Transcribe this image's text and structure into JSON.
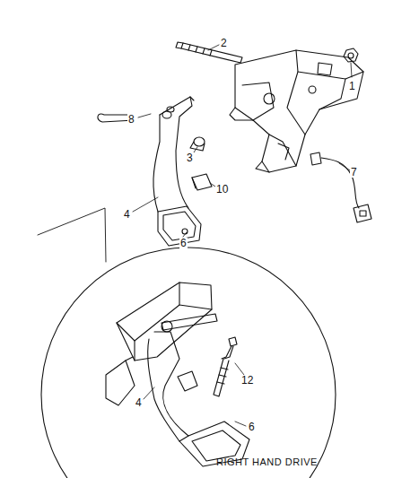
{
  "diagram": {
    "labels": [
      "1",
      "2",
      "8",
      "3",
      "10",
      "4",
      "6",
      "7",
      "12",
      "4",
      "6",
      "RIGHT HAND DRIVE"
    ]
  }
}
